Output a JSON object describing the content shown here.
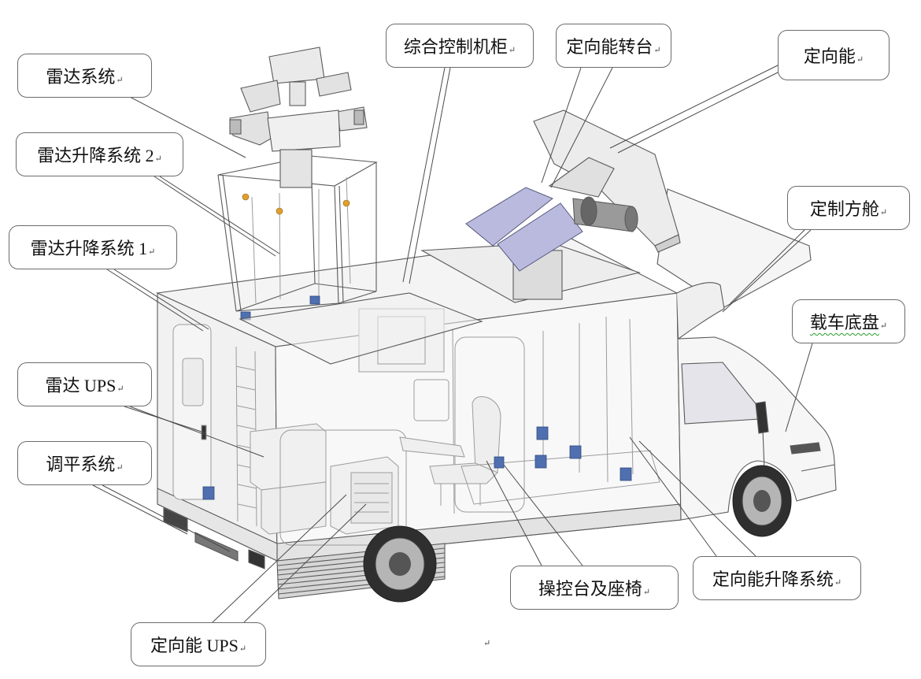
{
  "labels": {
    "radar_system": "雷达系统",
    "radar_lift_2": "雷达升降系统 2",
    "radar_lift_1": "雷达升降系统 1",
    "radar_ups": "雷达 UPS",
    "leveling_system": "调平系统",
    "de_ups": "定向能 UPS",
    "control_cabinet": "综合控制机柜",
    "de_turntable": "定向能转台",
    "directed_energy": "定向能",
    "custom_shelter": "定制方舱",
    "vehicle_chassis": "载车底盘",
    "console_seat": "操控台及座椅",
    "de_lift_system": "定向能升降系统"
  },
  "para_mark": "↵",
  "colors": {
    "jack_blue": "#4f6fb0",
    "turntable_lavender": "#b9bade",
    "nut_orange": "#e0a030",
    "line_gray": "#5a5a5a"
  }
}
